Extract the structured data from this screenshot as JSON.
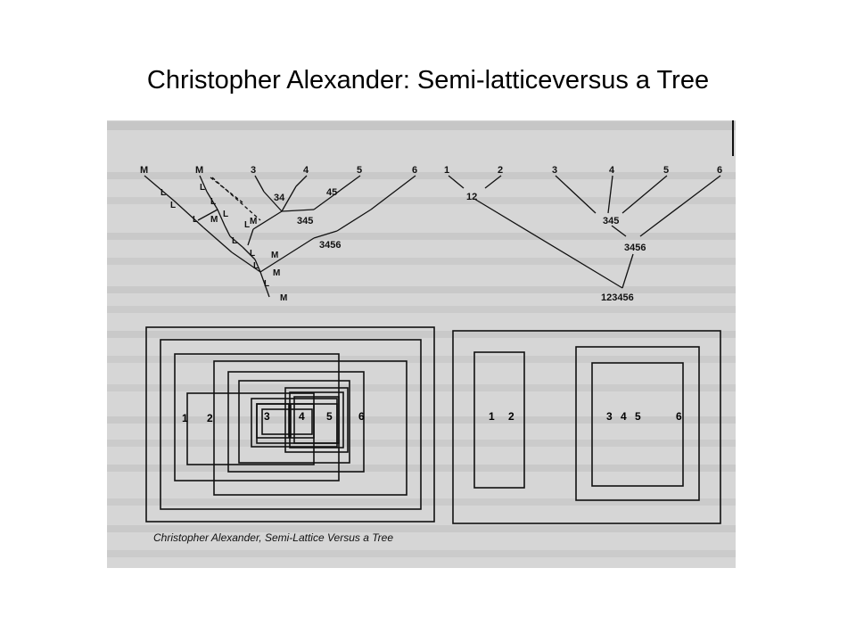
{
  "slide": {
    "title": "Christopher Alexander: Semi-latticeversus a Tree"
  },
  "figure": {
    "caption": "Christopher Alexander, Semi-Lattice Versus a Tree",
    "semilattice": {
      "top_labels": [
        "M",
        "M",
        "3",
        "4",
        "5",
        "6"
      ],
      "intermediate_labels": [
        "34",
        "45",
        "345",
        "3456"
      ],
      "chain_letters": [
        "L",
        "L",
        "L",
        "L",
        "L",
        "L",
        "L",
        "L",
        "L",
        "L",
        "L"
      ],
      "node_letters": [
        "M",
        "M",
        "M",
        "M",
        "M"
      ],
      "box_numbers": [
        "1",
        "2",
        "3",
        "4",
        "5",
        "6"
      ]
    },
    "tree": {
      "top_labels": [
        "1",
        "2",
        "3",
        "4",
        "5",
        "6"
      ],
      "intermediate_labels": [
        "12",
        "345",
        "3456",
        "123456"
      ],
      "box_numbers": [
        "1",
        "2",
        "3",
        "4",
        "5",
        "6"
      ]
    }
  },
  "colors": {
    "page_background": "#ffffff",
    "scan_background": "#d9d9d9",
    "ink": "#111111"
  }
}
